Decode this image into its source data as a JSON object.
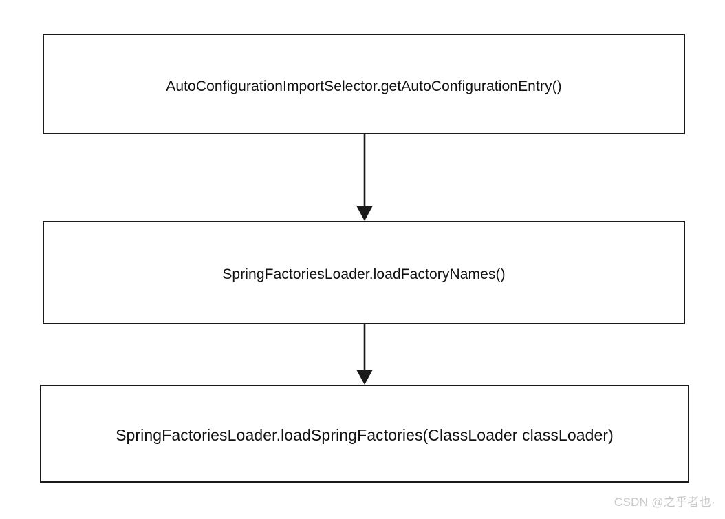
{
  "diagram": {
    "type": "flowchart",
    "orientation": "vertical-top-to-bottom",
    "background_color": "#ffffff",
    "node_border_color": "#1a1a1a",
    "node_fill_color": "#ffffff",
    "text_color": "#111111",
    "arrow_color": "#1a1a1a",
    "nodes": [
      {
        "id": "node-1",
        "label": "AutoConfigurationImportSelector.getAutoConfigurationEntry()",
        "shape": "rectangle"
      },
      {
        "id": "node-2",
        "label": "SpringFactoriesLoader.loadFactoryNames()",
        "shape": "rectangle"
      },
      {
        "id": "node-3",
        "label": "SpringFactoriesLoader.loadSpringFactories(ClassLoader classLoader)",
        "shape": "rectangle"
      }
    ],
    "edges": [
      {
        "id": "edge-1",
        "from": "node-1",
        "to": "node-2",
        "style": "solid",
        "arrowhead": "filled-triangle",
        "label": ""
      },
      {
        "id": "edge-2",
        "from": "node-2",
        "to": "node-3",
        "style": "solid",
        "arrowhead": "filled-triangle",
        "label": ""
      }
    ]
  },
  "watermark": {
    "text": "CSDN @之乎者也·",
    "color": "#c8c8c8"
  }
}
